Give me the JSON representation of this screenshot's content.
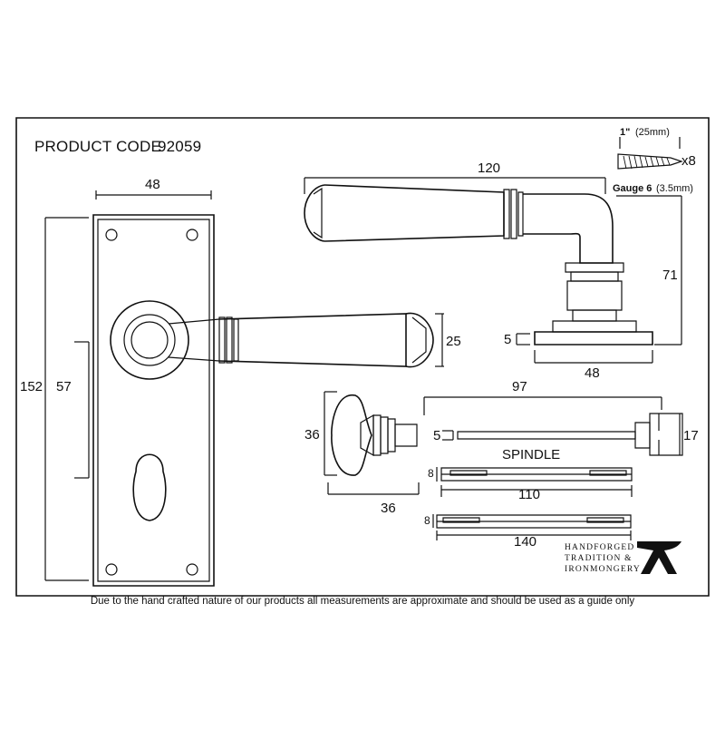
{
  "product": {
    "label": "PRODUCT CODE",
    "code": "92059"
  },
  "screws": {
    "length_in": "1\"",
    "length_mm": "(25mm)",
    "qty": "x8",
    "gauge_label": "Gauge 6",
    "gauge_mm": "(3.5mm)"
  },
  "backplate": {
    "width": "48",
    "height": "152",
    "centres": "57"
  },
  "lever_front": {
    "rose_dim": "25"
  },
  "lever_side": {
    "length": "120",
    "height": "71",
    "rose_offset": "5",
    "rose_width": "48"
  },
  "turn": {
    "height": "36",
    "width": "36"
  },
  "spindle_top": {
    "length": "97",
    "offset": "5",
    "end": "17",
    "title": "SPINDLE"
  },
  "spindle_a": {
    "size": "8",
    "length": "110"
  },
  "spindle_b": {
    "size": "8",
    "length": "140"
  },
  "logo": {
    "line1": "HANDFORGED",
    "line2": "TRADITION &",
    "line3": "IRONMONGERY"
  },
  "footer": "Due to the hand crafted nature of our products all measurements are approximate and should be used as a guide only"
}
